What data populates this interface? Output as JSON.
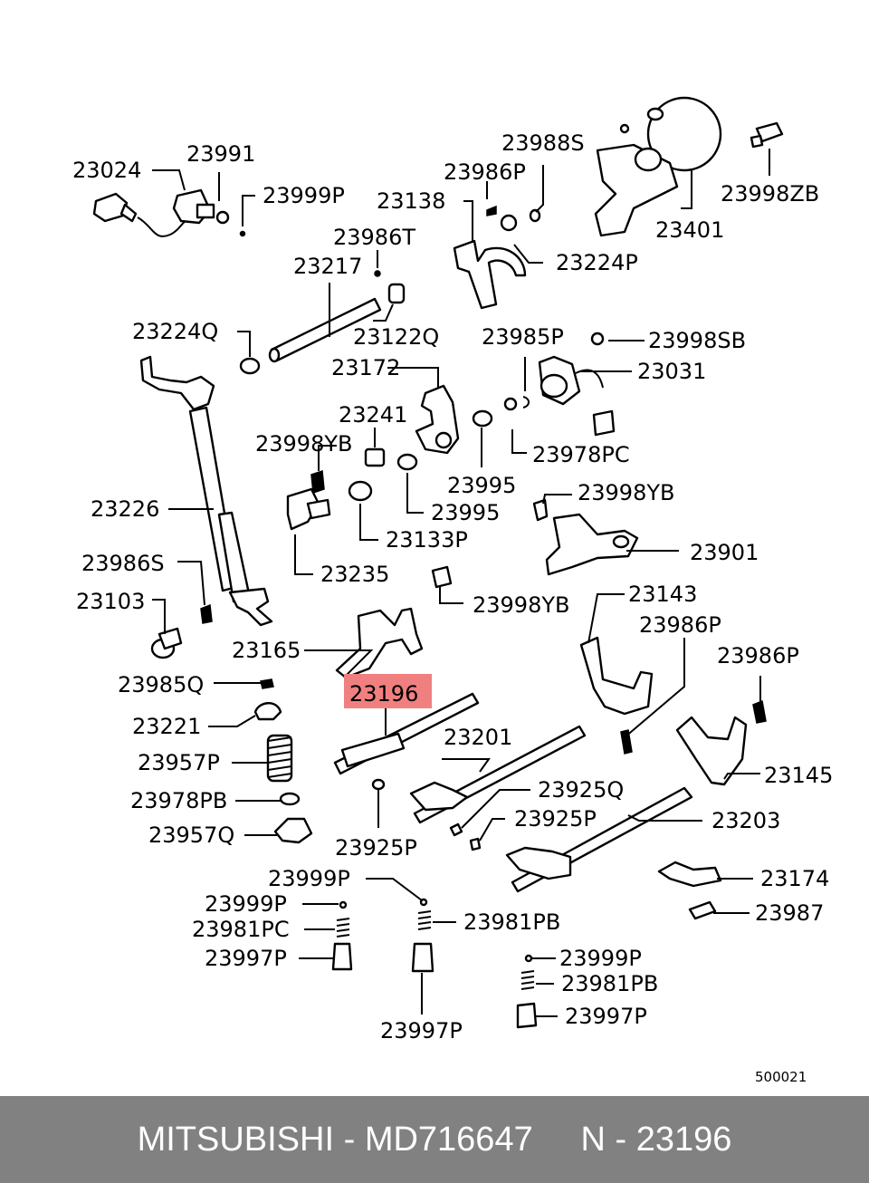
{
  "labels": {
    "p23024": "23024",
    "p23991": "23991",
    "p23999P_a": "23999P",
    "p23988S": "23988S",
    "p23986P_a": "23986P",
    "p23138": "23138",
    "p23998ZB": "23998ZB",
    "p23401": "23401",
    "p23224P": "23224P",
    "p23986T": "23986T",
    "p23217": "23217",
    "p23122Q": "23122Q",
    "p23224Q": "23224Q",
    "p23985P": "23985P",
    "p23998SB": "23998SB",
    "p23172": "23172",
    "p23031": "23031",
    "p23241": "23241",
    "p23998YB_a": "23998YB",
    "p23978PC": "23978PC",
    "p23995_a": "23995",
    "p23995_b": "23995",
    "p23998YB_b": "23998YB",
    "p23226": "23226",
    "p23133P": "23133P",
    "p23901": "23901",
    "p23986S": "23986S",
    "p23235": "23235",
    "p23103": "23103",
    "p23998YB_c": "23998YB",
    "p23143": "23143",
    "p23986P_b": "23986P",
    "p23986P_c": "23986P",
    "p23165": "23165",
    "p23196": "23196",
    "p23985Q": "23985Q",
    "p23221": "23221",
    "p23201": "23201",
    "p23957P": "23957P",
    "p23925Q": "23925Q",
    "p23145": "23145",
    "p23978PB": "23978PB",
    "p23925P_a": "23925P",
    "p23203": "23203",
    "p23957Q": "23957Q",
    "p23925P_b": "23925P",
    "p23999P_b": "23999P",
    "p23174": "23174",
    "p23999P_c": "23999P",
    "p23987": "23987",
    "p23981PC": "23981PC",
    "p23981PB_a": "23981PB",
    "p23997P_a": "23997P",
    "p23999P_d": "23999P",
    "p23981PB_b": "23981PB",
    "p23997P_b": "23997P",
    "p23997P_c": "23997P"
  },
  "diagram_code": "500021",
  "highlight_color": "#f08080",
  "footer": {
    "brand": "MITSUBISHI",
    "sep1": " - ",
    "part_number": "MD716647",
    "spacer": "     ",
    "ref_prefix": "N",
    "sep2": " - ",
    "ref_number": "23196"
  }
}
